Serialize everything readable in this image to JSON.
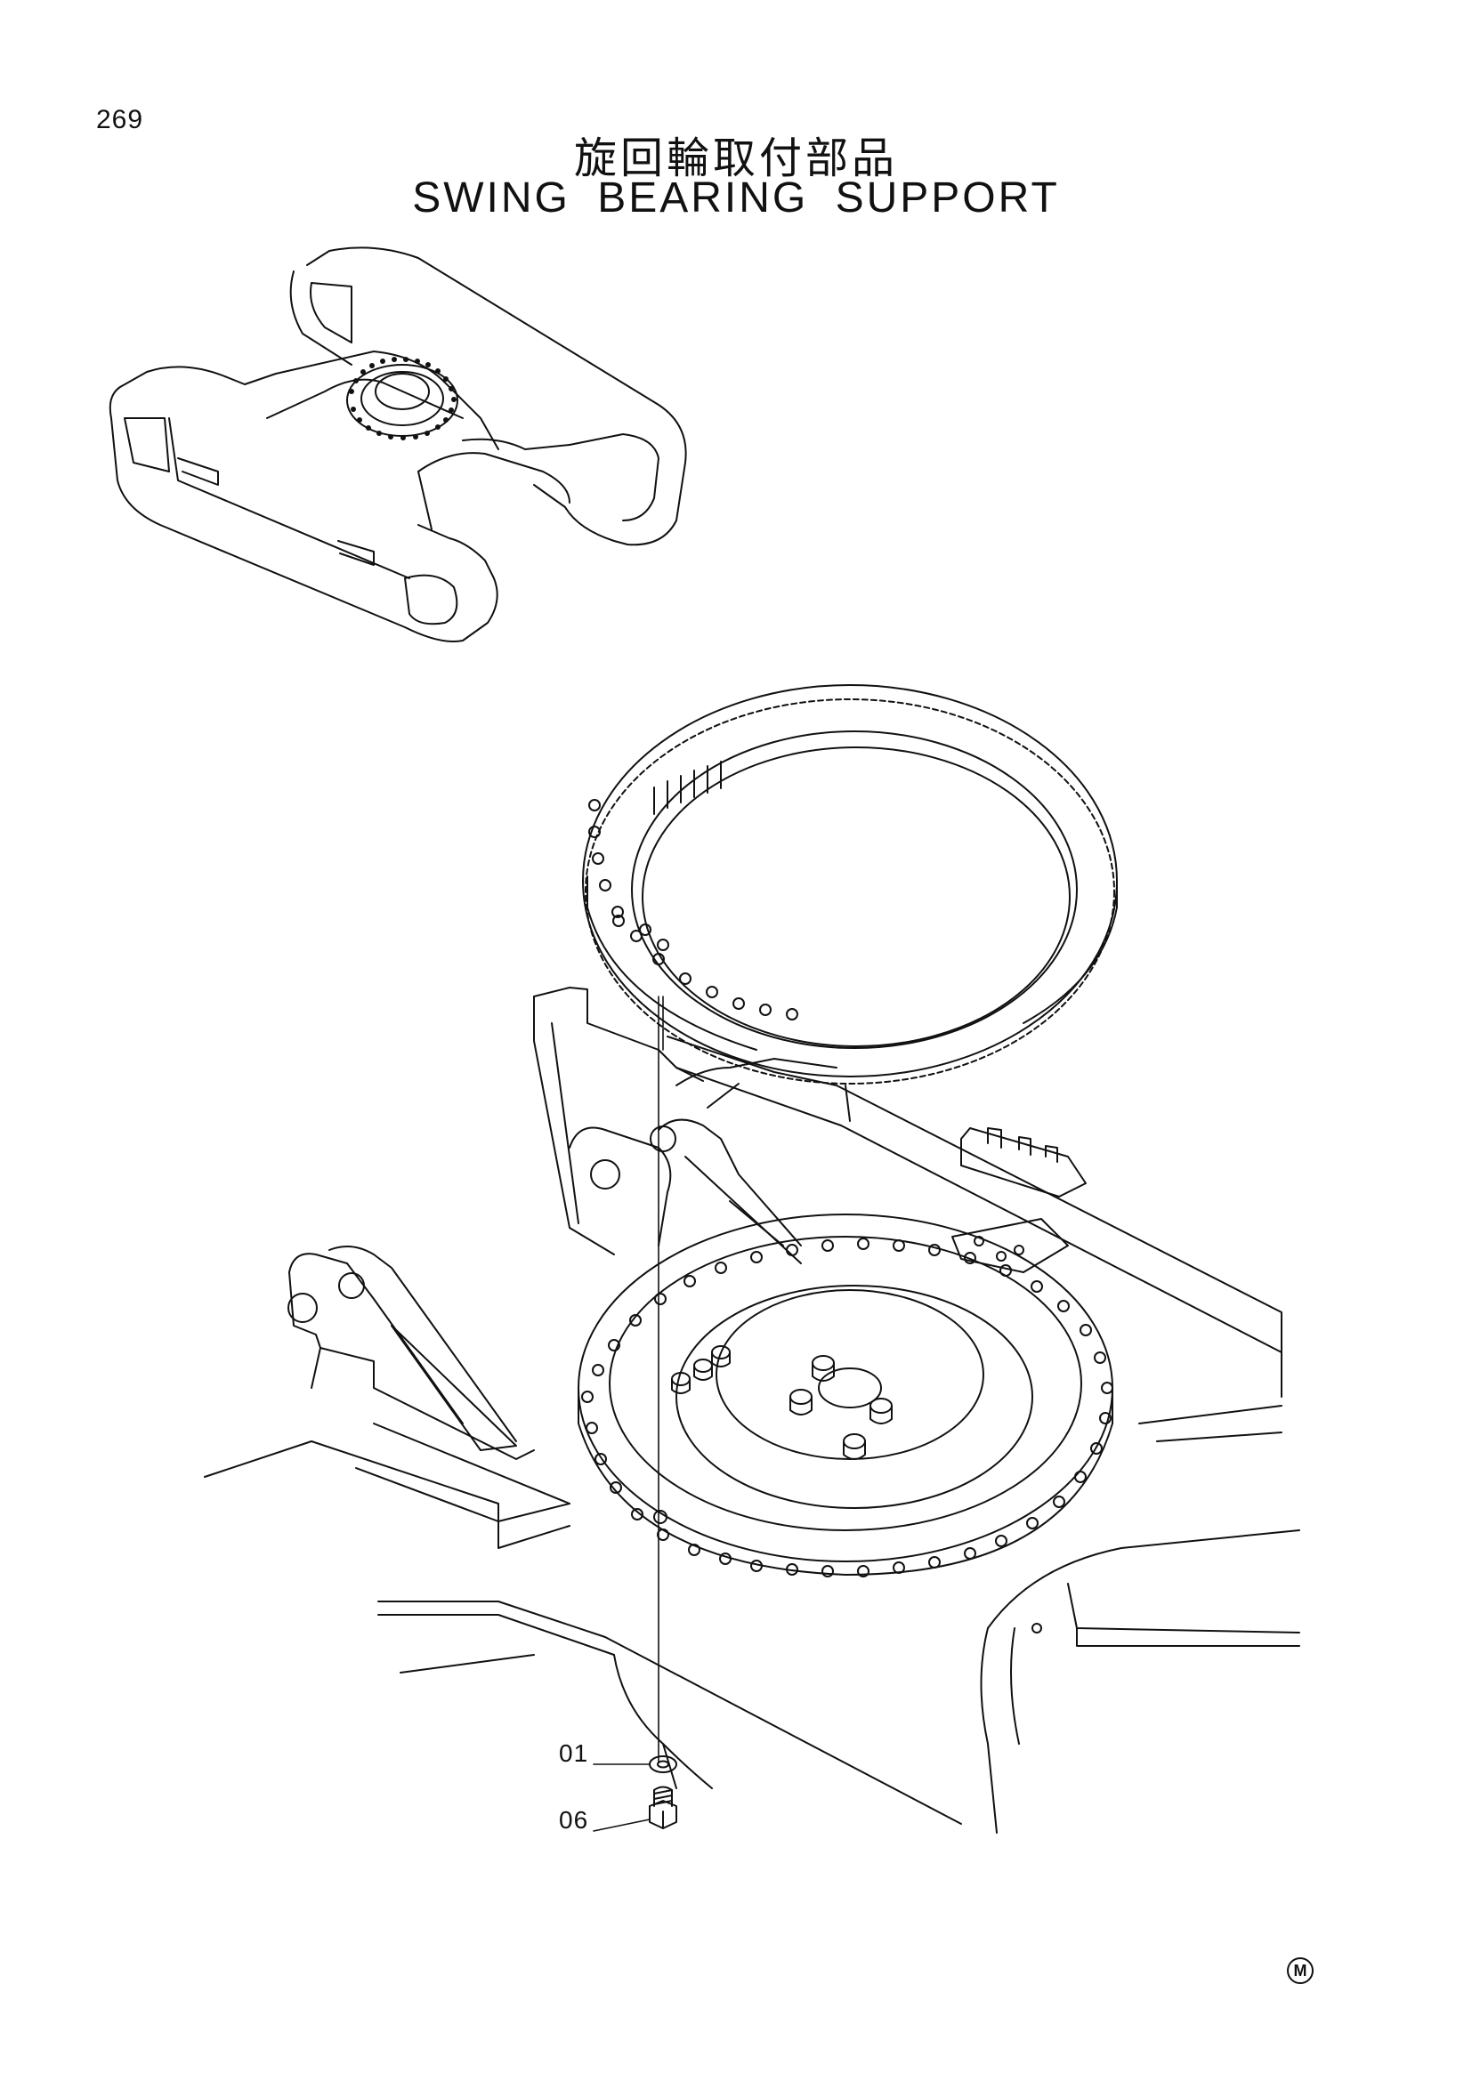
{
  "page": {
    "number": "269",
    "title_jp": "旋回輪取付部品",
    "title_en": "SWING BEARING SUPPORT",
    "mark": "M"
  },
  "callouts": [
    {
      "id": "01",
      "label": "01",
      "part": "washer"
    },
    {
      "id": "06",
      "label": "06",
      "part": "bolt"
    }
  ],
  "icons": {
    "mark": "circled-m-icon",
    "washer": "washer-icon",
    "bolt": "hex-bolt-icon"
  },
  "colors": {
    "line": "#111111",
    "background": "#ffffff"
  }
}
